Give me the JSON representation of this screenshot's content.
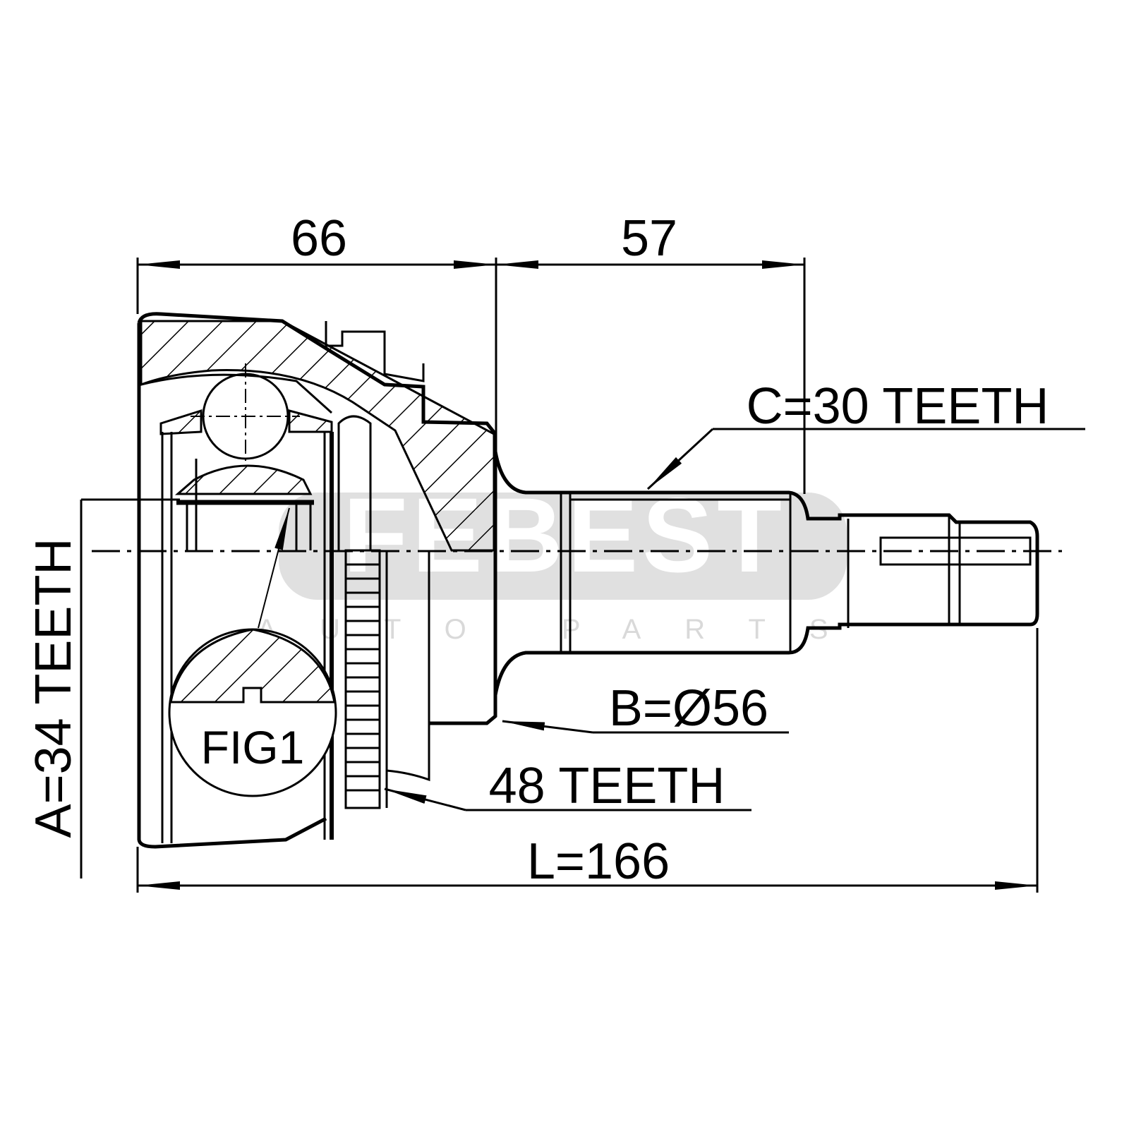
{
  "dimensions": {
    "housing_length": "66",
    "shaft_length": "57",
    "total_length": "L=166",
    "inner_spline": "A=34 TEETH",
    "outer_spline": "C=30 TEETH",
    "seal_diameter": "B=Ø56",
    "abs_ring": "48 TEETH"
  },
  "detail_label": "FIG1",
  "watermark": {
    "brand": "FEBEST",
    "tagline": "AUTO PARTS"
  },
  "colors": {
    "line": "#000000",
    "watermark": "#e0e0e0"
  }
}
